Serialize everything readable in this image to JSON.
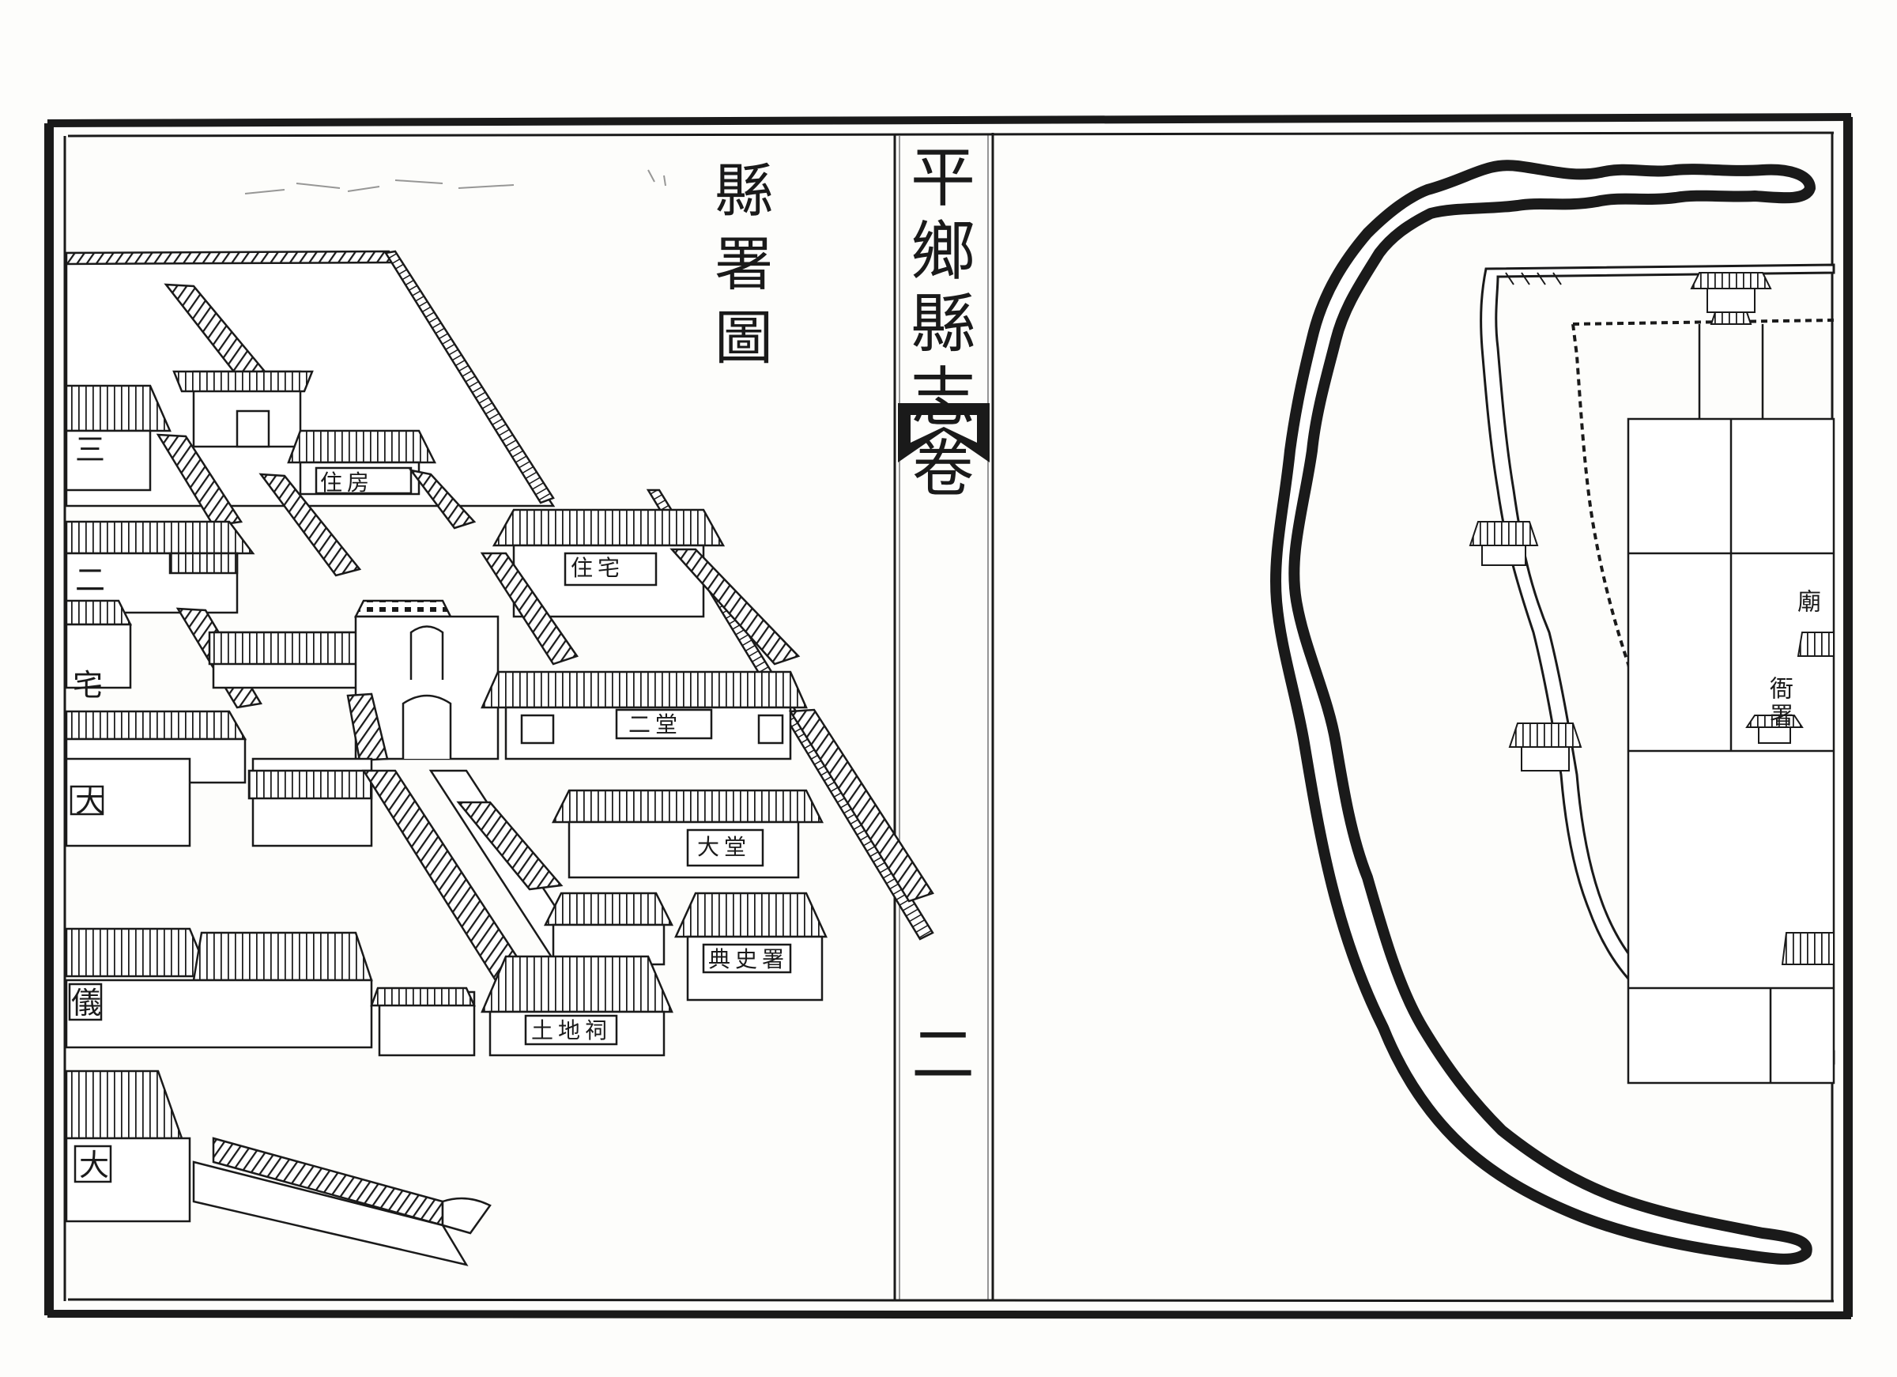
{
  "map_title": [
    "縣",
    "署",
    "圖"
  ],
  "center_margin": {
    "book_title": [
      "平",
      "鄉",
      "縣",
      "志"
    ],
    "volume": "卷",
    "page_number": "二"
  },
  "building_labels": {
    "zhufang": "住房",
    "zhuzhai": "住宅",
    "erdang": "二堂",
    "dadang": "大堂",
    "tudici": "土地祠",
    "dianshishu": "典史署",
    "san": "三",
    "er": "二",
    "zhai": "宅",
    "da": "大",
    "yi": "儀",
    "da_gate": "大"
  },
  "city_labels": {
    "yamen": "衙署",
    "miao": "廟"
  }
}
